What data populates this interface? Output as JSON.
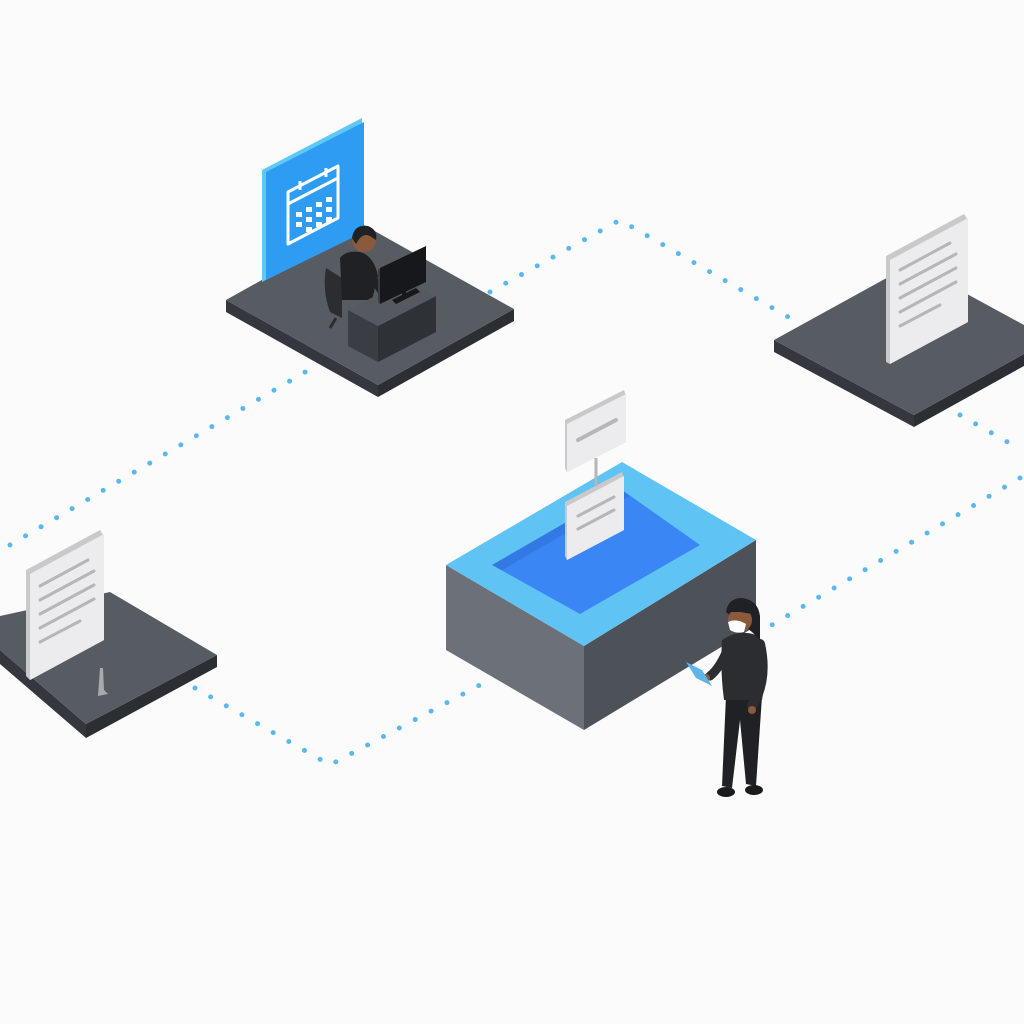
{
  "colors": {
    "background": "#fbfbfb",
    "connector_dots": "#5bb8ee",
    "platform_top": "#575c63",
    "platform_side": "#34383e",
    "accent_blue": "#2f9cf4",
    "bright_blue": "#3a86f5",
    "box_left": "#6b7079",
    "box_right": "#4d5259",
    "document": "#e9e9ea",
    "skin": "#8a5a3c",
    "clothing": "#2b2d31"
  },
  "nodes": [
    {
      "id": "scheduling-desk",
      "icon": "calendar-icon",
      "figure": "person-at-computer"
    },
    {
      "id": "document-station-right",
      "icon": "document-icon"
    },
    {
      "id": "central-hub",
      "icon": "document-icon",
      "figure": "person-with-tablet"
    },
    {
      "id": "document-station-left",
      "icon": "document-icon"
    }
  ],
  "connectors": [
    {
      "from": "document-station-left",
      "to": "scheduling-desk",
      "style": "dotted"
    },
    {
      "from": "scheduling-desk",
      "to": "document-station-right",
      "style": "dotted"
    },
    {
      "from": "document-station-right",
      "to": "central-hub",
      "style": "dotted"
    },
    {
      "from": "document-station-left",
      "to": "central-hub",
      "style": "dotted"
    }
  ]
}
